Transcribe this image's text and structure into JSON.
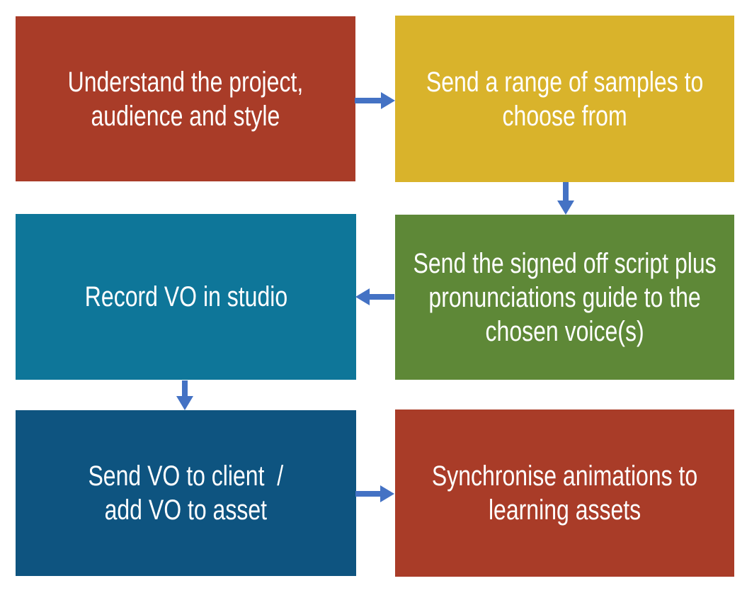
{
  "diagram": {
    "type": "flowchart",
    "background_color": "#FFFFFF",
    "text_color": "#FFFFFF",
    "arrow_color": "#4472C4",
    "steps": [
      {
        "id": "understand-project",
        "text": "Understand the project,\naudience and style",
        "color": "#A93C28",
        "position": "top-left"
      },
      {
        "id": "send-samples",
        "text": "Send a range of samples to\nchoose from",
        "color": "#D9B32B",
        "position": "top-right"
      },
      {
        "id": "send-script",
        "text": "Send the signed off script plus\npronunciations guide to the\nchosen voice(s)",
        "color": "#5E8837",
        "position": "middle-right"
      },
      {
        "id": "record-vo",
        "text": "Record VO in studio",
        "color": "#0E7699",
        "position": "middle-left"
      },
      {
        "id": "send-vo",
        "text": "Send VO to client  /\nadd VO to asset",
        "color": "#0E5480",
        "position": "bottom-left"
      },
      {
        "id": "synchronise-animations",
        "text": "Synchronise animations to\nlearning assets",
        "color": "#A93C28",
        "position": "bottom-right"
      }
    ],
    "connections": [
      {
        "from": "understand-project",
        "to": "send-samples",
        "direction": "right"
      },
      {
        "from": "send-samples",
        "to": "send-script",
        "direction": "down"
      },
      {
        "from": "send-script",
        "to": "record-vo",
        "direction": "left"
      },
      {
        "from": "record-vo",
        "to": "send-vo",
        "direction": "down"
      },
      {
        "from": "send-vo",
        "to": "synchronise-animations",
        "direction": "right"
      }
    ]
  }
}
